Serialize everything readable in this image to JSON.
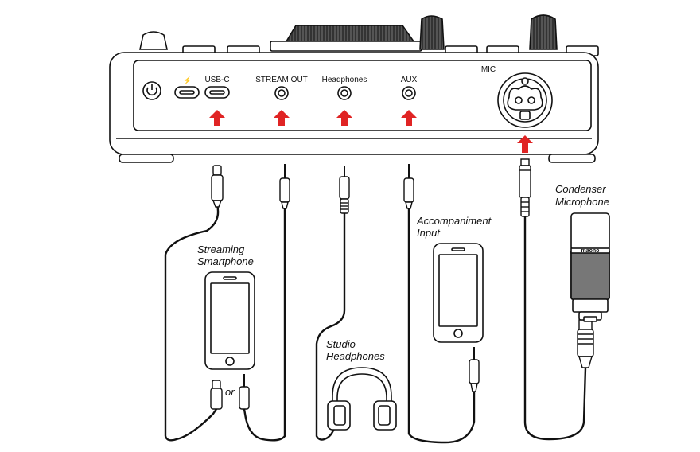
{
  "ports": {
    "usb_c": "USB-C",
    "stream_out": "STREAM OUT",
    "headphones": "Headphones",
    "aux": "AUX",
    "mic": "MIC"
  },
  "captions": {
    "streaming_smartphone_line1": "Streaming",
    "streaming_smartphone_line2": "Smartphone",
    "or": "or",
    "studio_headphones_line1": "Studio",
    "studio_headphones_line2": "Headphones",
    "accompaniment_input_line1": "Accompaniment",
    "accompaniment_input_line2": "Input",
    "condenser_microphone_line1": "Condenser",
    "condenser_microphone_line2": "Microphone"
  },
  "brand_text": "maono",
  "colors": {
    "line": "#111111",
    "arrow": "#e02424",
    "knob": "#333333"
  }
}
